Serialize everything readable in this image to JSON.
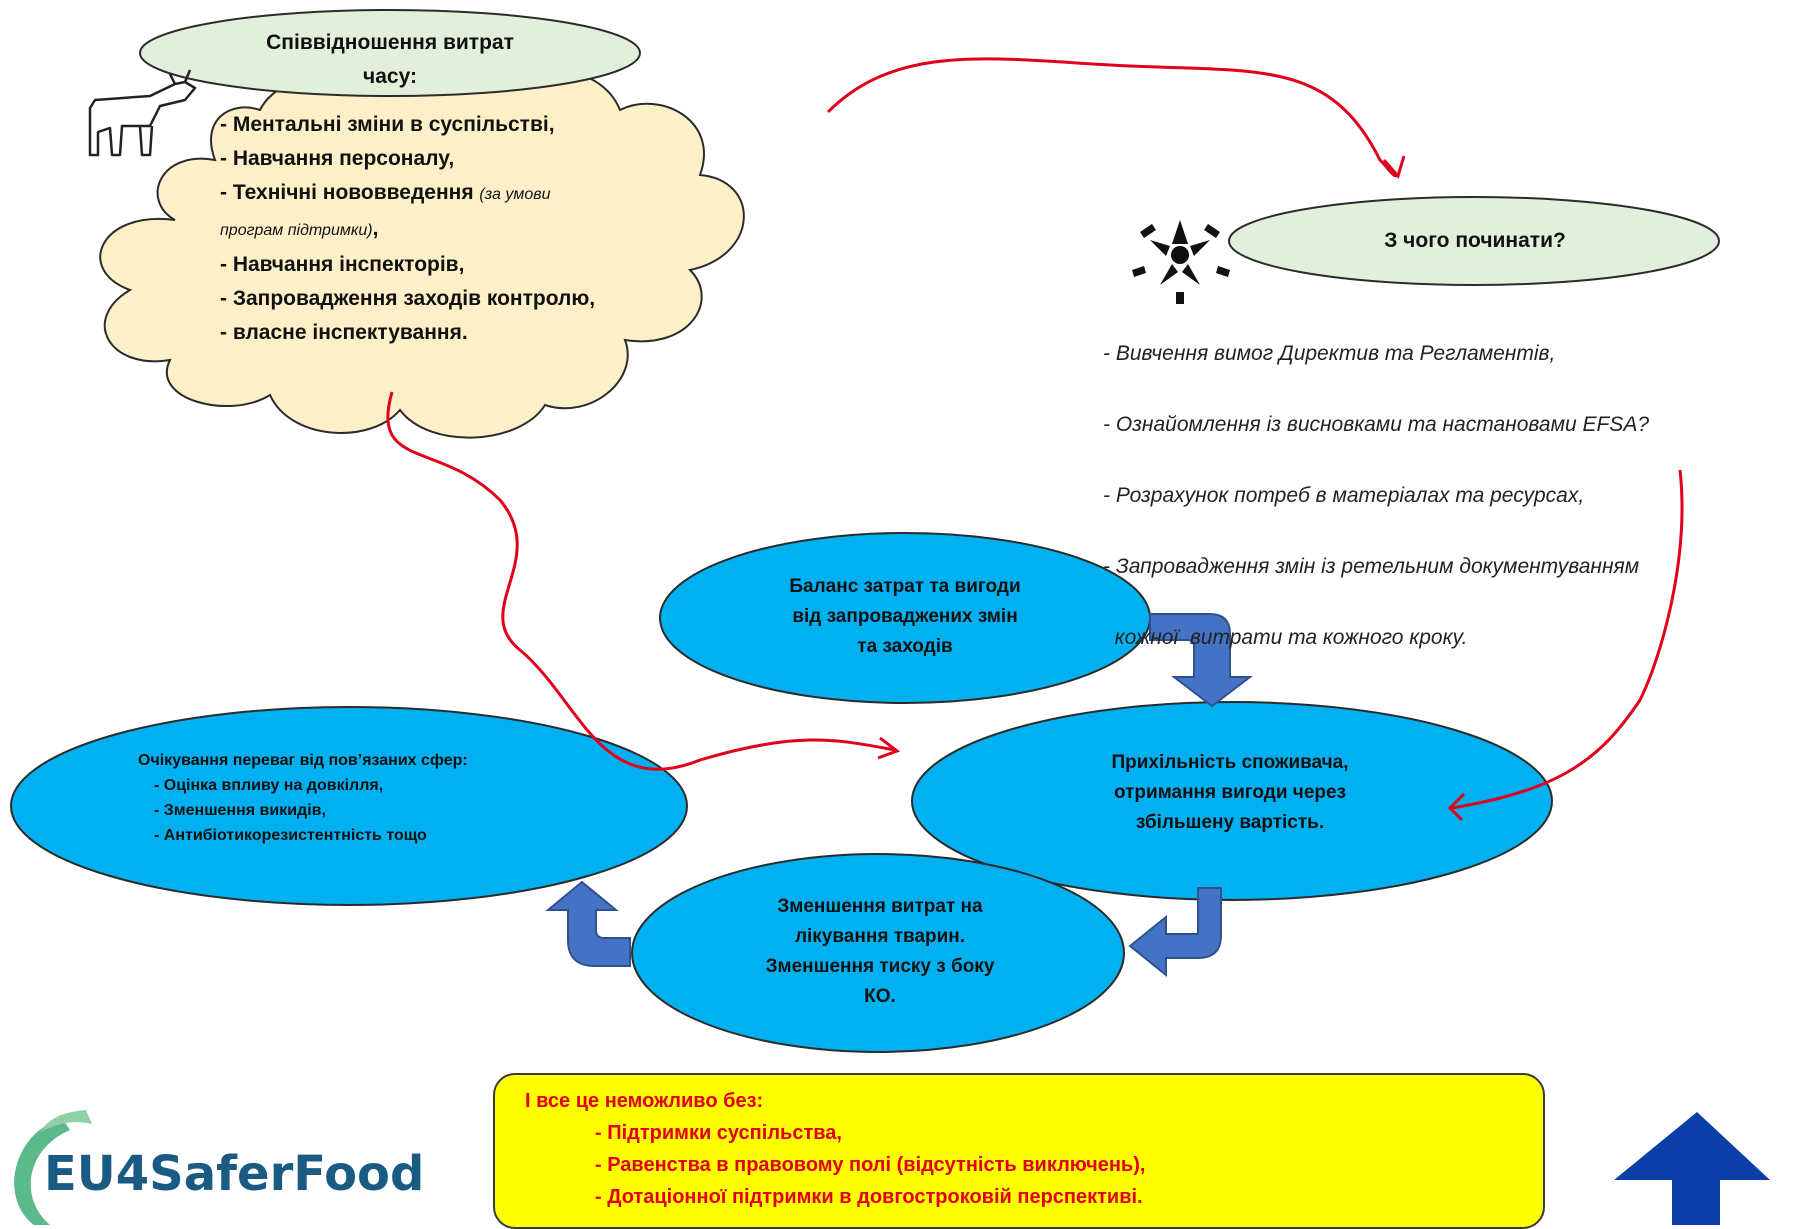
{
  "header_oval": {
    "line1": "Співвідношення витрат",
    "line2": "часу:"
  },
  "cloud_items": [
    {
      "text": "- Ментальні зміни в суспільстві,"
    },
    {
      "text": "- Навчання персоналу,"
    },
    {
      "text": "- Технічні нововведення ",
      "note": "(за умови"
    },
    {
      "text": "",
      "note": "програм підтримки)",
      "suffix": ","
    },
    {
      "text": "- Навчання інспекторів,"
    },
    {
      "text": "- Запровадження заходів контролю,"
    },
    {
      "text": "- власне інспектування."
    }
  ],
  "start_oval": {
    "label": "З чого починати?"
  },
  "start_list": [
    "- Вивчення вимог Директив та Регламентів,",
    "- Ознайомлення із висновками та настановами EFSA?",
    "- Розрахунок потреб в матеріалах та ресурсах,",
    "- Запровадження змін із ретельним документуванням",
    "  кожної  витрати та кожного кроку."
  ],
  "balance_oval": {
    "lines": [
      "Баланс затрат та вигоди",
      "від запроваджених змін",
      "та заходів"
    ]
  },
  "consumer_oval": {
    "lines": [
      "Прихільність споживача,",
      "отримання вигоди через",
      "збільшену вартість."
    ]
  },
  "reduction_oval": {
    "lines": [
      "Зменшення витрат на",
      "лікування тварин.",
      "Зменшення тиску з боку",
      "КО."
    ]
  },
  "expectation_oval": {
    "lines": [
      "Очікування переваг від пов’язаних сфер:",
      "- Оцінка впливу на довкілля,",
      "- Зменшення викидів,",
      "- Антибіотикорезистентність тощо"
    ]
  },
  "bottom_box": {
    "lines": [
      "І все це неможливо без:",
      "- Підтримки суспільства,",
      "- Равенства в правовому полі (відсутність виключень),",
      "- Дотаціонної підтримки в довгостроковій перспективі."
    ]
  },
  "logo": {
    "text": "EU4SaferFood"
  },
  "icons": {
    "animal": "cow-icon",
    "hands": "hands-icon",
    "nav": "navigation-arrow-icon"
  },
  "colors": {
    "oval_blue": "#00b0f0",
    "oval_green": "#e2efda",
    "cloud": "#fdf0c8",
    "arrow_red": "#e0001b",
    "arrow_blue": "#4472c4",
    "box_yellow": "#ffff00",
    "logo": "#1a5b84"
  }
}
